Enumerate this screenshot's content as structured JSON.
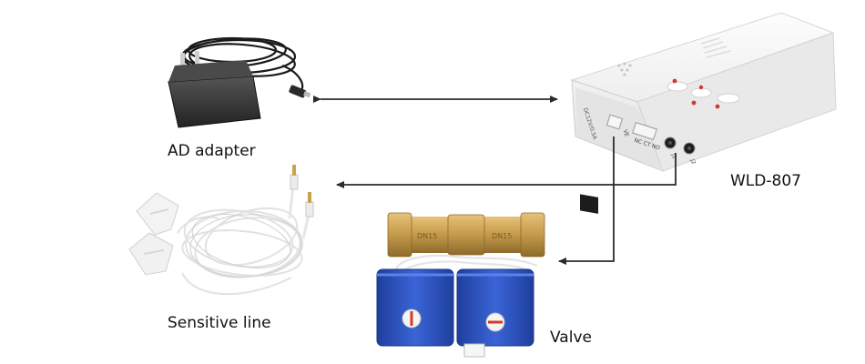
{
  "labels": {
    "adapter": "AD adapter",
    "device": "WLD-807",
    "sensor": "Sensitive line",
    "valve": "Valve"
  },
  "device_markings": {
    "power": "DC12V/0.5A",
    "port_ve": "VE",
    "port_valve": "NC CT NO",
    "jack_1": "J1",
    "jack_2": "J2"
  },
  "valve_markings": {
    "left": "DN15",
    "right": "DN15"
  },
  "colors": {
    "arrow": "#2b2b2b",
    "adapter_body": "#3a3a3a",
    "device_body": "#f4f4f4",
    "valve_blue": "#2f57c4",
    "brass": "#c49a4a",
    "indicator_red": "#d43a2a"
  }
}
